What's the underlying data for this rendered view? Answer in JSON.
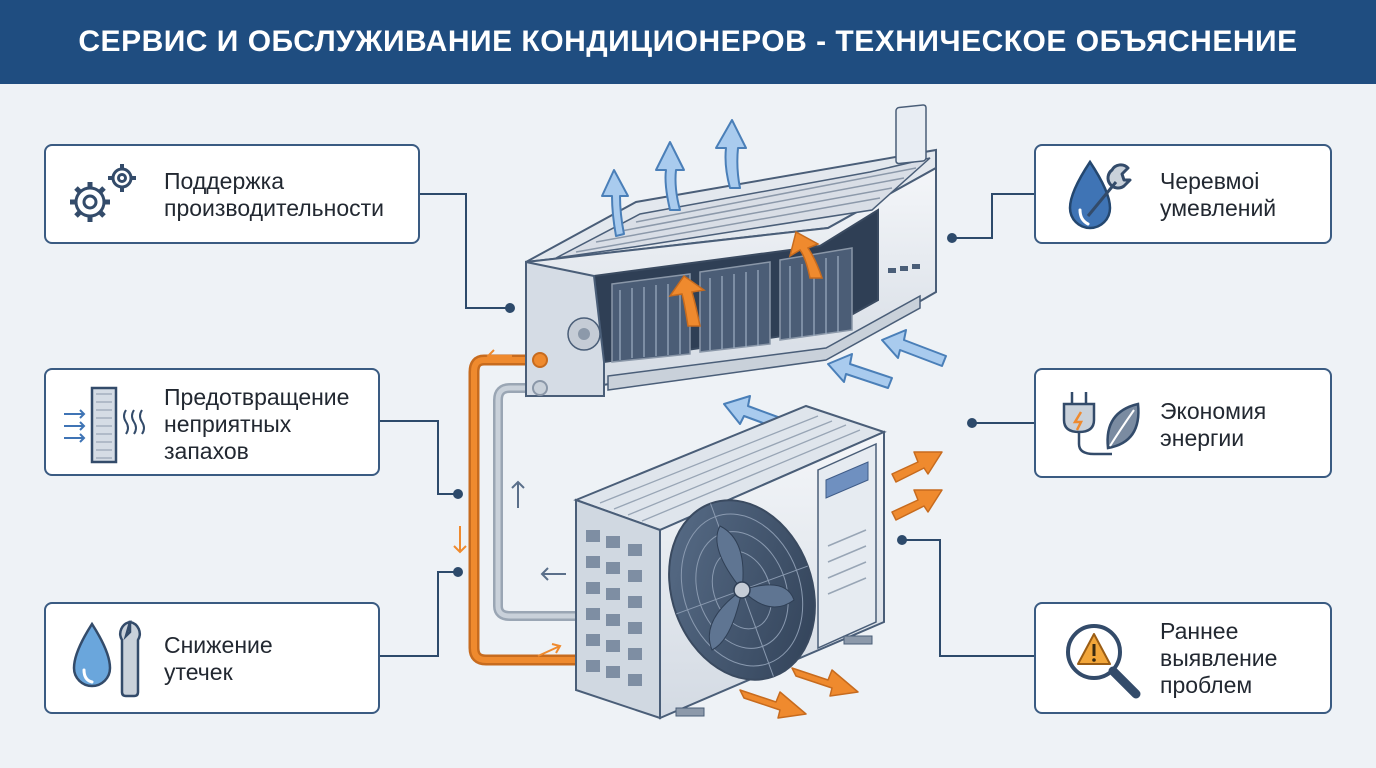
{
  "header": {
    "title": "СЕРВИС И ОБСЛУЖИВАНИЕ КОНДИЦИОНЕРОВ - ТЕХНИЧЕСКОЕ ОБЪЯСНЕНИЕ"
  },
  "cards": {
    "performance": {
      "label": "Поддержка\nпроизводительности",
      "icon": "gears-icon"
    },
    "odors": {
      "label": "Предотвращение\nнеприятных\nзапахов",
      "icon": "filter-icon"
    },
    "leaks": {
      "label": "Снижение\nутечек",
      "icon": "drop-wrench-icon"
    },
    "top_right": {
      "label": "Черевмоі\nумевлений",
      "icon": "drop-wrench-icon"
    },
    "energy": {
      "label": "Экономия\nэнергии",
      "icon": "plug-leaf-icon"
    },
    "problems": {
      "label": "Раннее\nвыявление\nпроблем",
      "icon": "warning-magnifier-icon"
    }
  },
  "colors": {
    "header": "#1f4d80",
    "card_border": "#3a5b82",
    "icon_blue": "#3f74b5",
    "arrow_blue": "#7aa8d8",
    "pipe_orange": "#ef8a2e",
    "unit_body": "#e8ecf1",
    "line": "#2d4a6b"
  }
}
